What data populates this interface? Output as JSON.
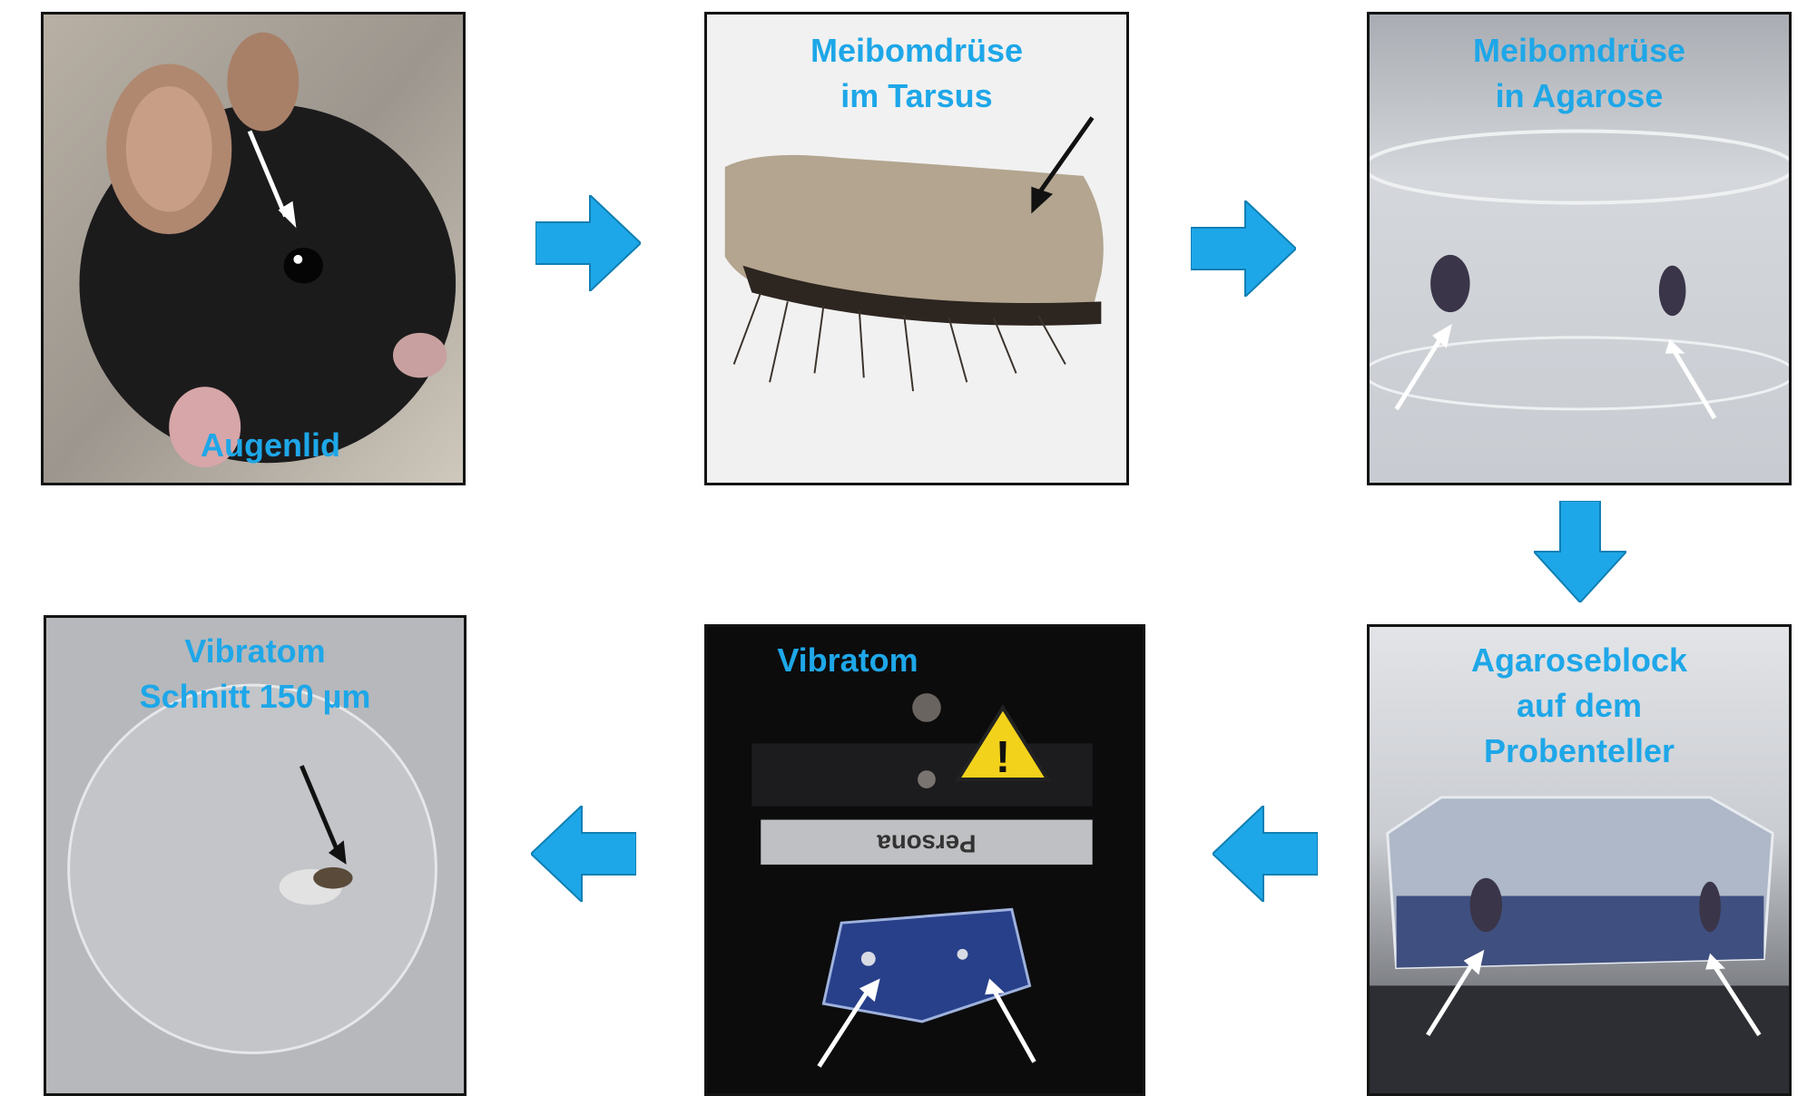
{
  "colors": {
    "label_blue": "#1ea7e8",
    "arrow_blue": "#1ea7e8",
    "frame": "#141414"
  },
  "steps": [
    {
      "label_lines": [
        "Augenlid"
      ],
      "icon": "mouse-photo"
    },
    {
      "label_lines": [
        "Meibomdrüse",
        "im Tarsus"
      ],
      "icon": "tarsus-photo"
    },
    {
      "label_lines": [
        "Meibomdrüse",
        "in Agarose"
      ],
      "icon": "agarose-dish-photo"
    },
    {
      "label_lines": [
        "Agaroseblock",
        "auf dem",
        "Probenteller"
      ],
      "icon": "agarose-block-photo"
    },
    {
      "label_lines": [
        "Vibratom"
      ],
      "icon": "vibratome-photo",
      "blade_text": "Persona"
    },
    {
      "label_lines": [
        "Vibratom",
        "Schnitt 150 µm"
      ],
      "icon": "section-photo"
    }
  ]
}
